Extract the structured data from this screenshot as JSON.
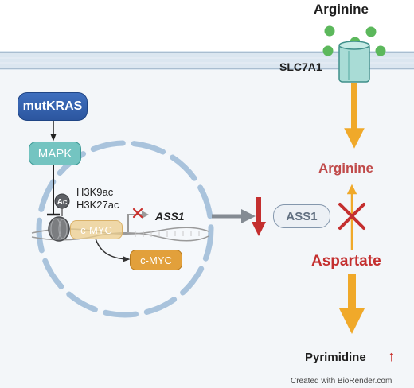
{
  "extracellular": {
    "metabolite": "Arginine",
    "transporter": "SLC7A1"
  },
  "signaling": {
    "oncogene": "mutKRAS",
    "kinase": "MAPK"
  },
  "nucleus": {
    "acetyl_mark": "Ac",
    "histone_marks": "H3K9ac\nH3K27ac",
    "transcription_factor": "c-MYC",
    "target_gene": "ASS1",
    "transcription_factor_product": "c-MYC"
  },
  "metabolism": {
    "enzyme": "ASS1",
    "product": "Arginine",
    "substrate": "Aspartate",
    "downstream": "Pyrimidine",
    "downstream_change": "↑"
  },
  "credit": "Created with BioRender.com",
  "colors": {
    "membrane_fill": "#dbe6f0",
    "membrane_line": "#a9bdd0",
    "cell_interior": "#f3f6f9",
    "flux_orange": "#f0a92a",
    "down_red": "#c42f2f",
    "kras_blue": "#3566b3",
    "mapk_teal": "#74c4c1",
    "cmyc_orange": "#e2a03b",
    "transporter_teal": "#a9dcd6",
    "arginine_dots": "#5cb85c"
  }
}
